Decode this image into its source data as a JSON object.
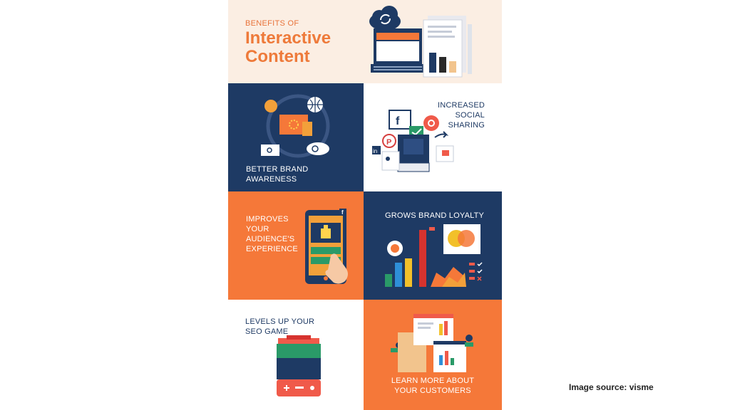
{
  "header": {
    "kicker": "BENEFITS OF",
    "title": "Interactive Content"
  },
  "tiles": [
    {
      "label_lines": [
        "BETTER BRAND",
        "AWARENESS"
      ]
    },
    {
      "label_lines": [
        "INCREASED",
        "SOCIAL",
        "SHARING"
      ]
    },
    {
      "label_lines": [
        "IMPROVES",
        "YOUR",
        "AUDIENCE'S",
        "EXPERIENCE"
      ]
    },
    {
      "label_lines": [
        "GROWS BRAND LOYALTY"
      ]
    },
    {
      "label_lines": [
        "LEVELS UP YOUR",
        "SEO GAME"
      ]
    },
    {
      "label_lines": [
        "LEARN MORE ABOUT",
        "YOUR CUSTOMERS"
      ]
    }
  ],
  "caption": "Image source: visme",
  "colors": {
    "navy": "#1e3a64",
    "orange": "#f57839",
    "cream": "#fbeee3",
    "title_orange": "#ee7a3a"
  },
  "icons": [
    "cloud-sync-icon",
    "laptop-icon",
    "document-chart-icon",
    "globe-icon",
    "search-icon",
    "facebook-icon",
    "twitter-icon",
    "instagram-icon",
    "pinterest-icon",
    "linkedin-icon",
    "thumbs-up-icon",
    "hand-pointer-icon",
    "bar-chart-icon",
    "venn-diagram-icon",
    "game-console-icon",
    "dashboard-icon"
  ]
}
